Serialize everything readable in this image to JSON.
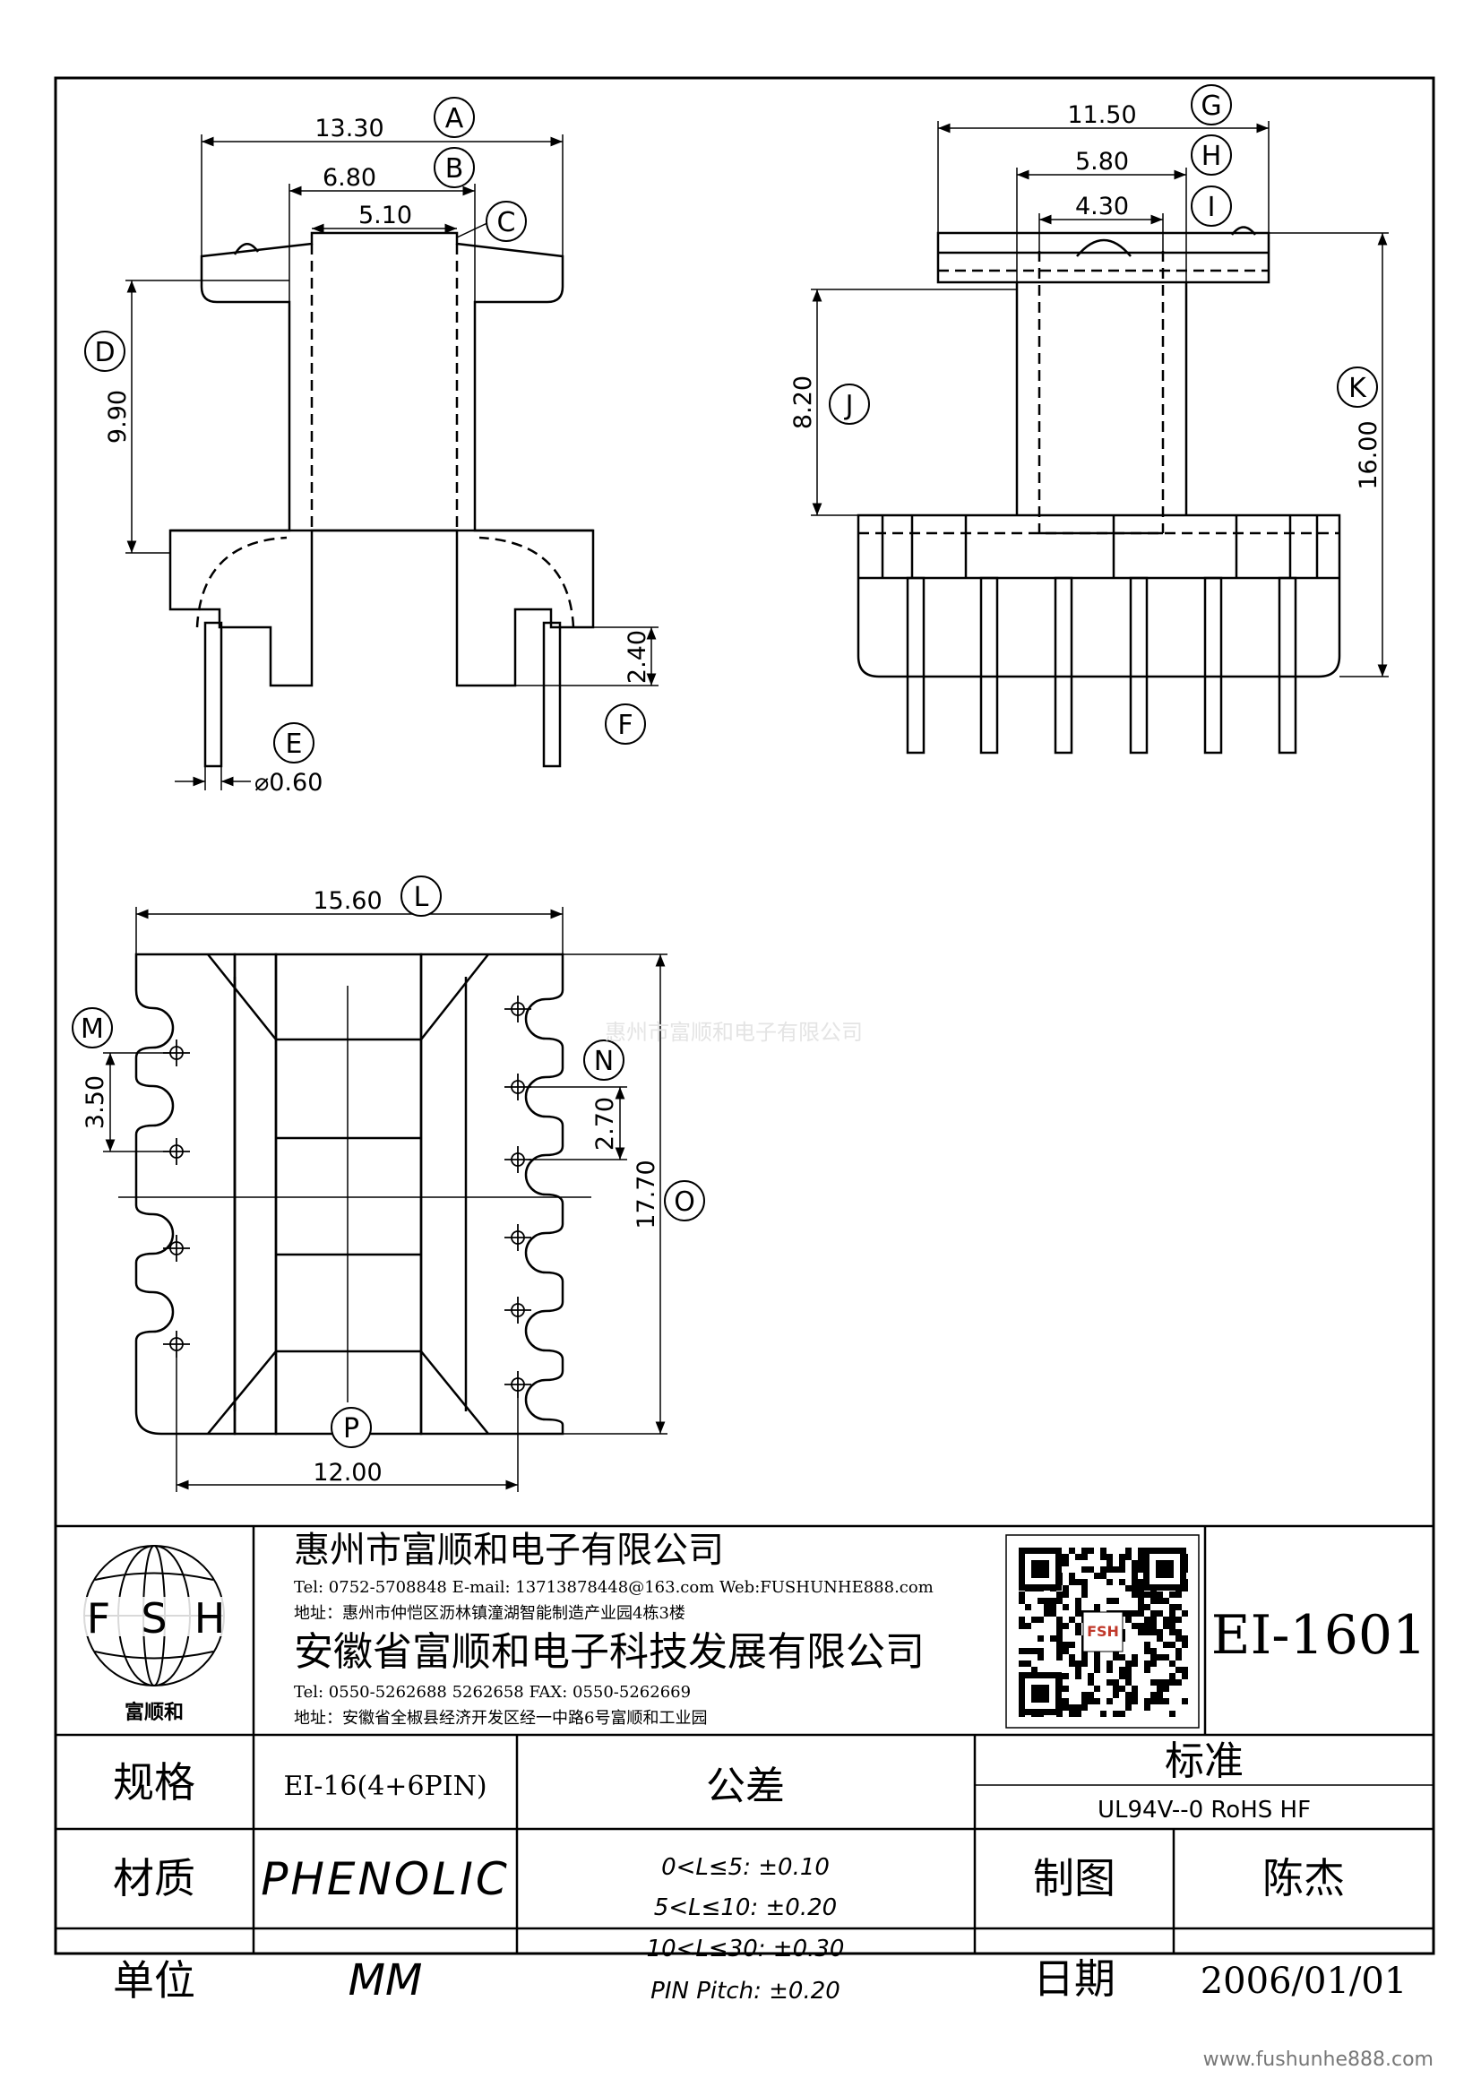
{
  "views": {
    "front": {
      "dims": {
        "A": "13.30",
        "B": "6.80",
        "C_inner": "5.10",
        "D": "9.90",
        "F": "2.40",
        "E": "⌀0.60"
      },
      "labels": [
        "A",
        "B",
        "C",
        "D",
        "E",
        "F"
      ]
    },
    "side": {
      "dims": {
        "G": "11.50",
        "H": "5.80",
        "I": "4.30",
        "J": "8.20",
        "K": "16.00"
      },
      "labels": [
        "G",
        "H",
        "I",
        "J",
        "K"
      ]
    },
    "bottom": {
      "dims": {
        "L": "15.60",
        "M": "3.50",
        "N": "2.70",
        "O": "17.70",
        "P": "12.00"
      },
      "labels": [
        "L",
        "M",
        "N",
        "O",
        "P"
      ]
    }
  },
  "watermark": "惠州市富顺和电子有限公司",
  "title_block": {
    "logo_letters": [
      "F",
      "S",
      "H"
    ],
    "logo_caption": "富顺和",
    "company1": {
      "name": "惠州市富顺和电子有限公司",
      "contact": "Tel:  0752-5708848  E-mail: 13713878448@163.com  Web:FUSHUNHE888.com",
      "address": "地址：惠州市仲恺区沥林镇潼湖智能制造产业园4栋3楼"
    },
    "company2": {
      "name": "安徽省富顺和电子科技发展有限公司",
      "contact": "Tel:   0550-5262688  5262658     FAX: 0550-5262669",
      "address": "地址：安徽省全椒县经济开发区经一中路6号富顺和工业园"
    },
    "qr_badge": "FSH",
    "part_number": "EI-1601",
    "spec_label": "规格",
    "spec_value": "EI-16(4+6PIN)",
    "tolerance_label": "公差",
    "tolerance_lines": [
      "0<L≤5: ±0.10",
      "5<L≤10: ±0.20",
      "10<L≤30: ±0.30",
      "PIN Pitch: ±0.20"
    ],
    "standard_label": "标准",
    "standard_value": "UL94V--0  RoHS HF",
    "material_label": "材质",
    "material_value": "PHENOLIC",
    "unit_label": "单位",
    "unit_value": "MM",
    "drawn_label": "制图",
    "drawn_value": "陈杰",
    "date_label": "日期",
    "date_value": "2006/01/01"
  },
  "footer_url": "www.fushunhe888.com"
}
